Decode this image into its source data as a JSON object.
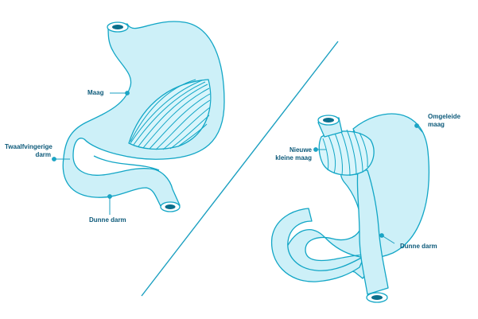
{
  "colors": {
    "fill": "#cdf0f8",
    "stroke": "#12a6c6",
    "dark": "#0b6f8c",
    "text": "#0d5a7a",
    "divider": "#1a9fc0",
    "background": "#ffffff"
  },
  "left_diagram": {
    "maag": "Maag",
    "twaalfvingerige_darm": [
      "Twaalfvingerige",
      "darm"
    ],
    "dunne_darm": "Dunne darm"
  },
  "right_diagram": {
    "omgeleide_maag": [
      "Omgeleide",
      "maag"
    ],
    "nieuwe_kleine_maag": [
      "Nieuwe",
      "kleine maag"
    ],
    "dunne_darm": "Dunne darm"
  }
}
